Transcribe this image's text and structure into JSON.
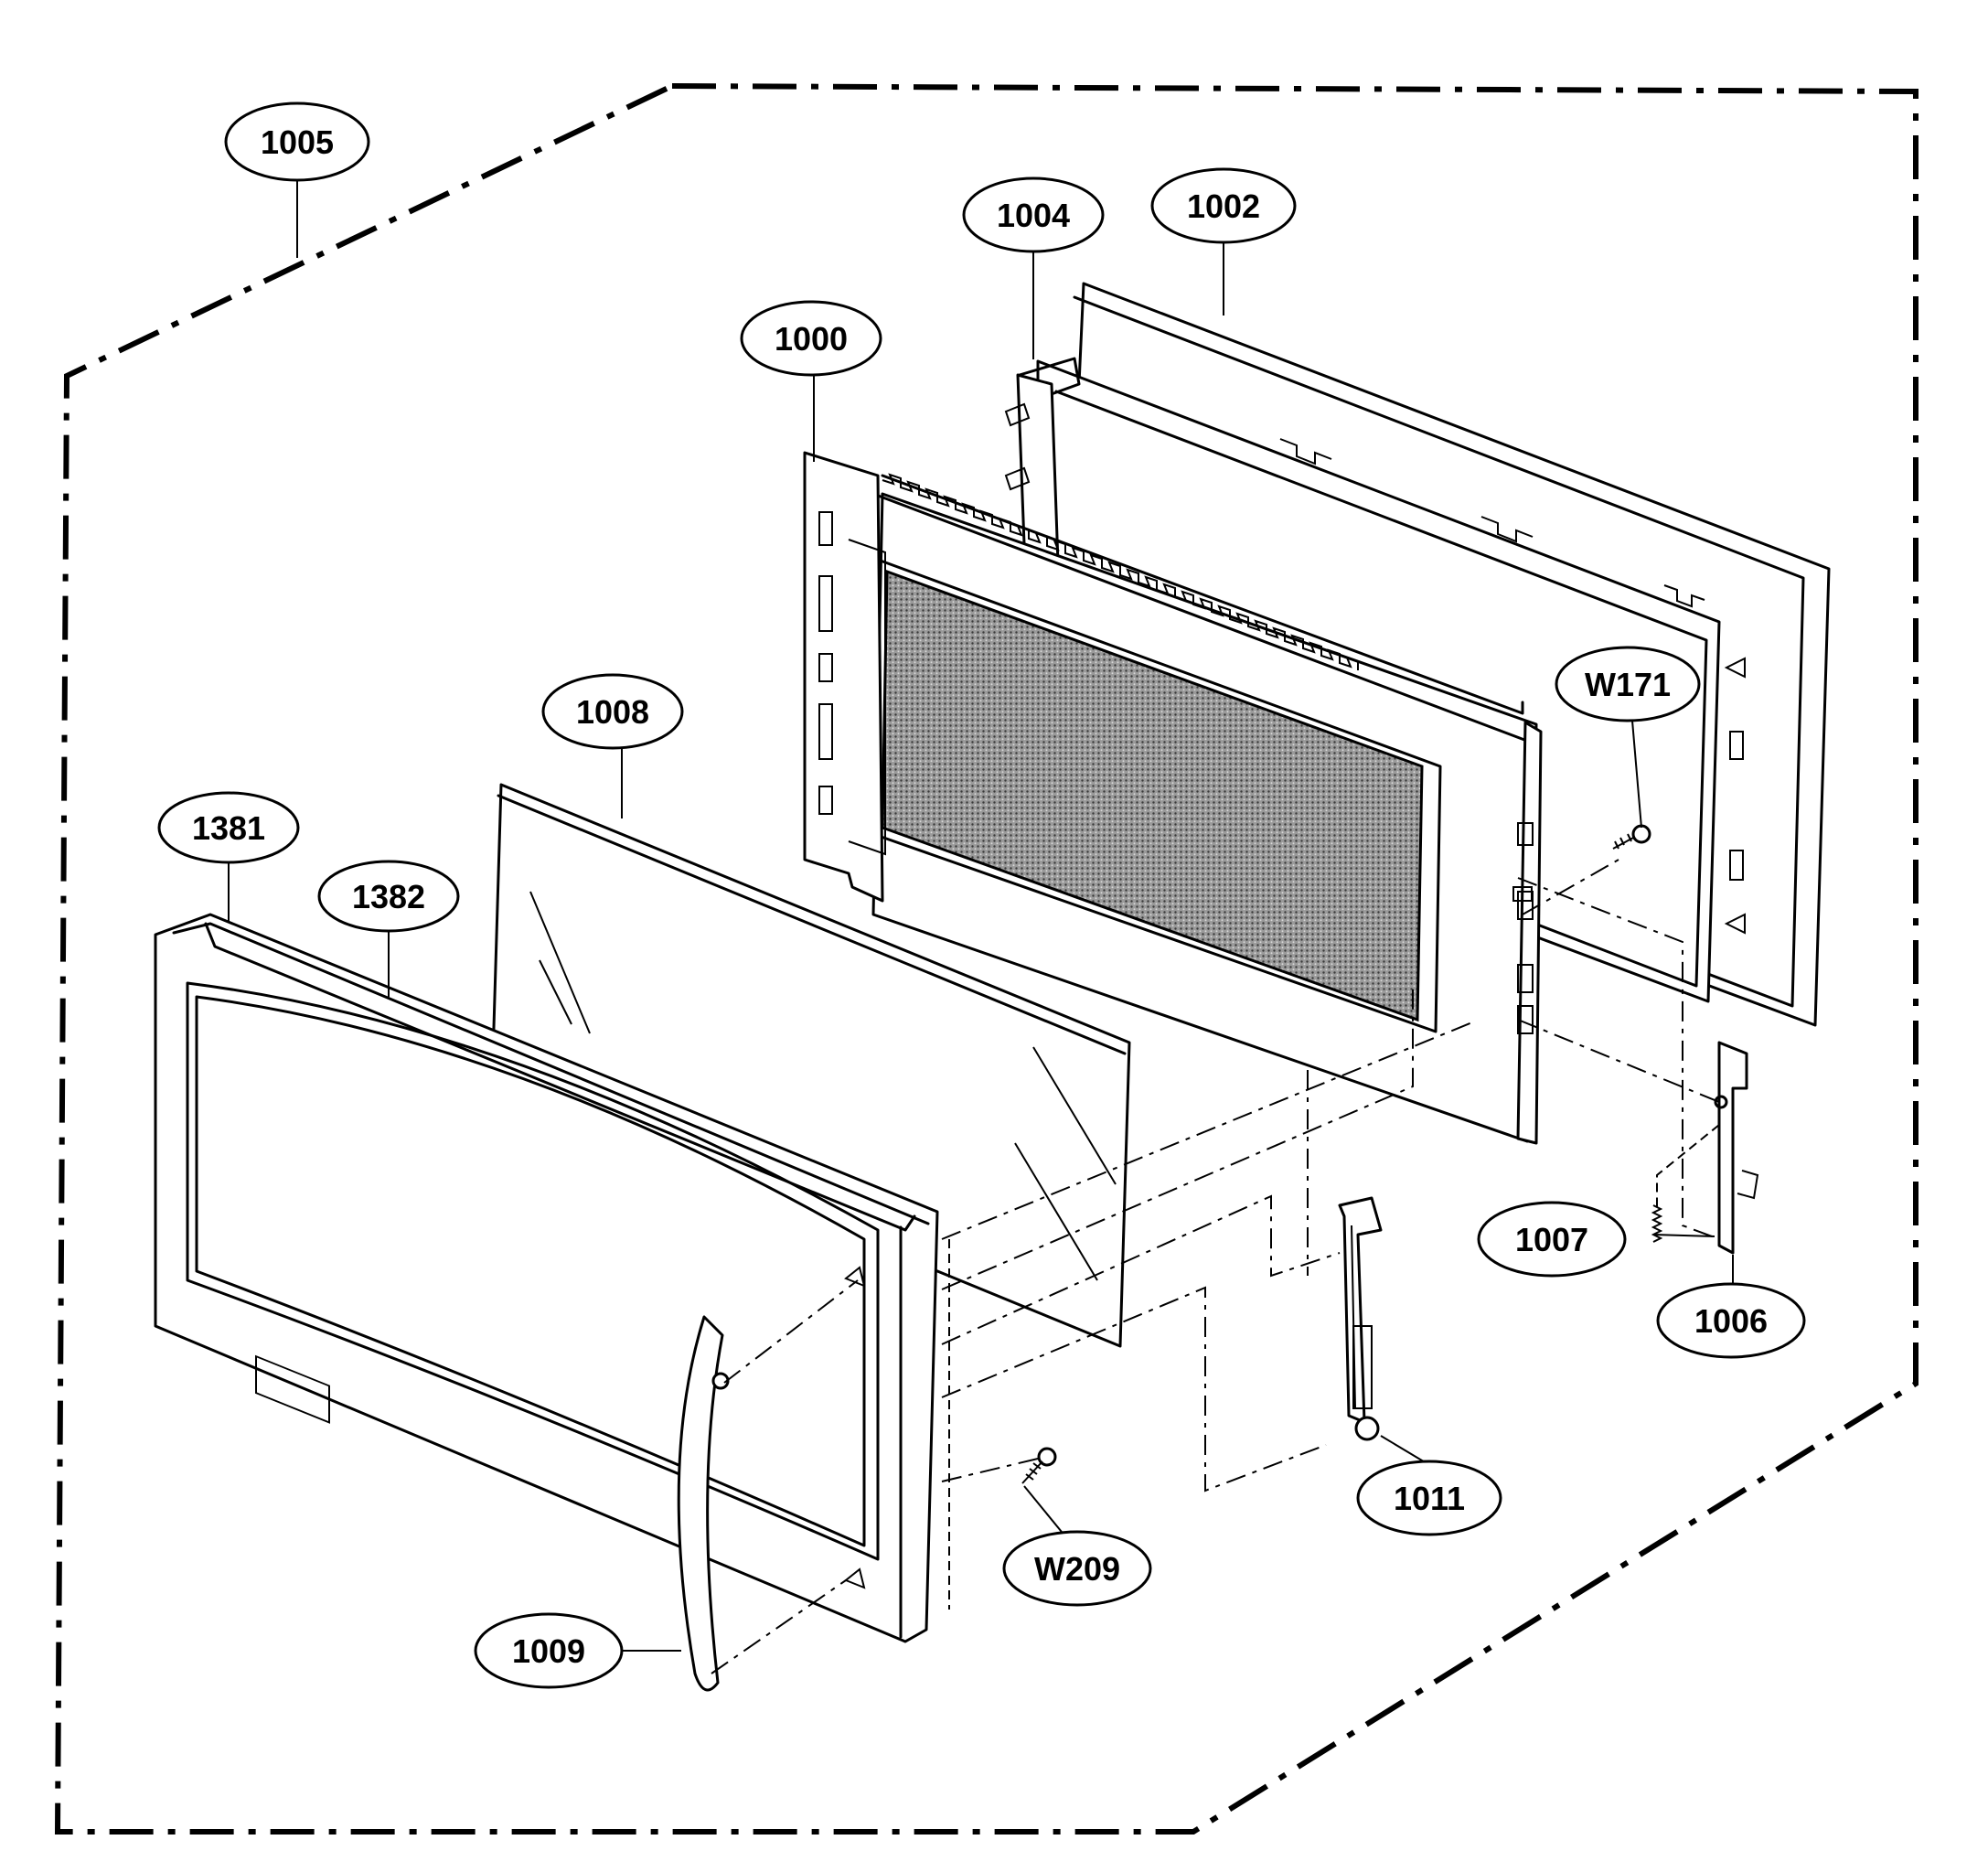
{
  "diagram": {
    "labels": {
      "l1005": "1005",
      "l1004": "1004",
      "l1002": "1002",
      "l1000": "1000",
      "lW171": "W171",
      "l1008": "1008",
      "l1381": "1381",
      "l1382": "1382",
      "l1007": "1007",
      "l1006": "1006",
      "l1011": "1011",
      "lW209": "W209",
      "l1009": "1009"
    }
  }
}
